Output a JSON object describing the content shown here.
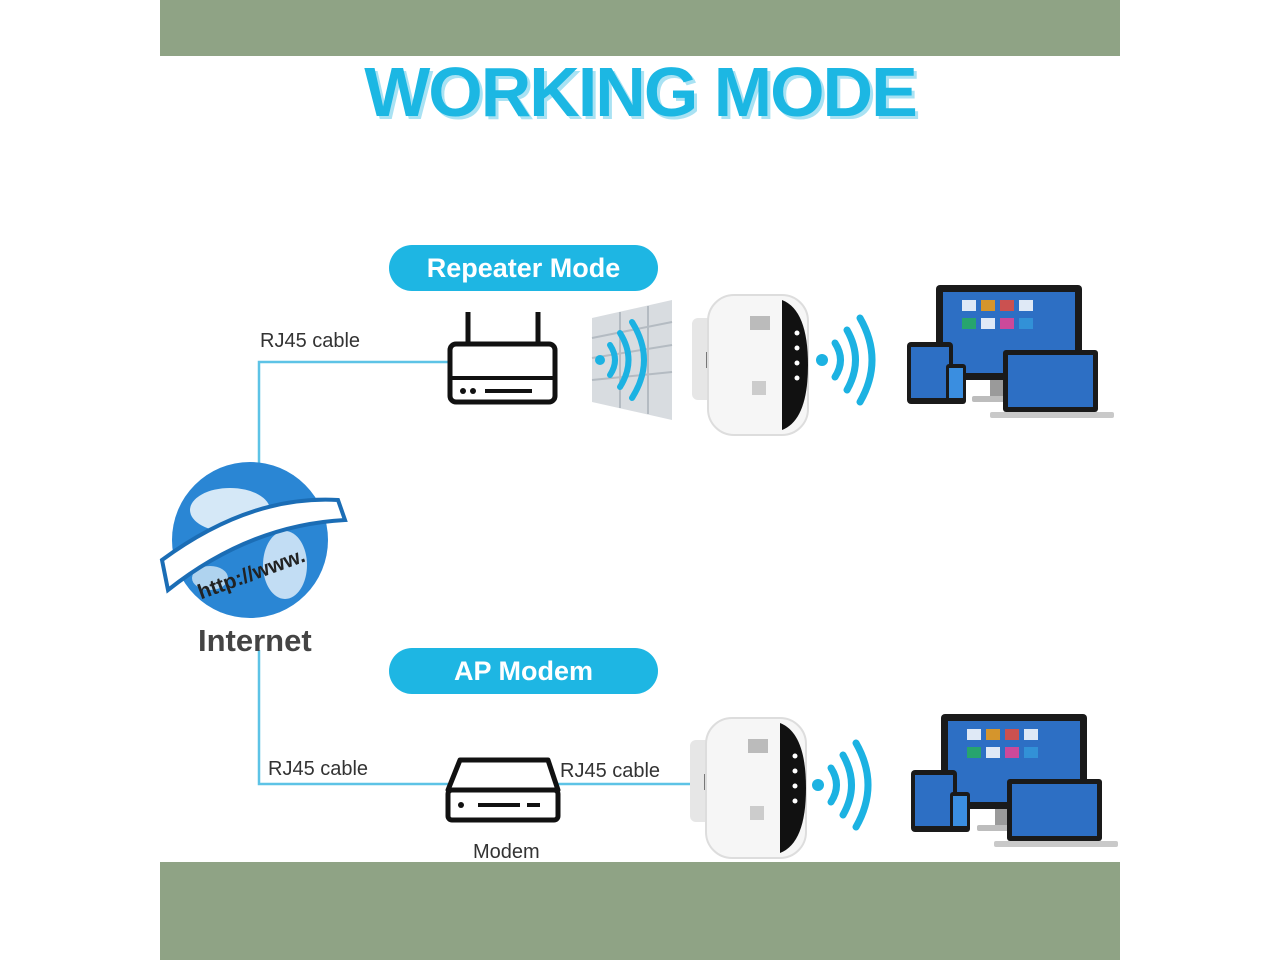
{
  "title": "WORKING MODE",
  "modes": {
    "repeater": "Repeater Mode",
    "ap": "AP Modem"
  },
  "cables": {
    "top": "RJ45 cable",
    "bottom_left": "RJ45 cable",
    "bottom_right": "RJ45 cable"
  },
  "globe": {
    "banner_text": "http://www.",
    "label": "Internet"
  },
  "modem_label": "Modem",
  "colors": {
    "accent": "#1eb6e3",
    "band": "#8fa385",
    "cable": "#5dc3e6"
  },
  "icons": [
    "globe-icon",
    "router-icon",
    "wall-icon",
    "wifi-extender-icon",
    "wifi-signal-icon",
    "devices-icon",
    "modem-icon"
  ]
}
